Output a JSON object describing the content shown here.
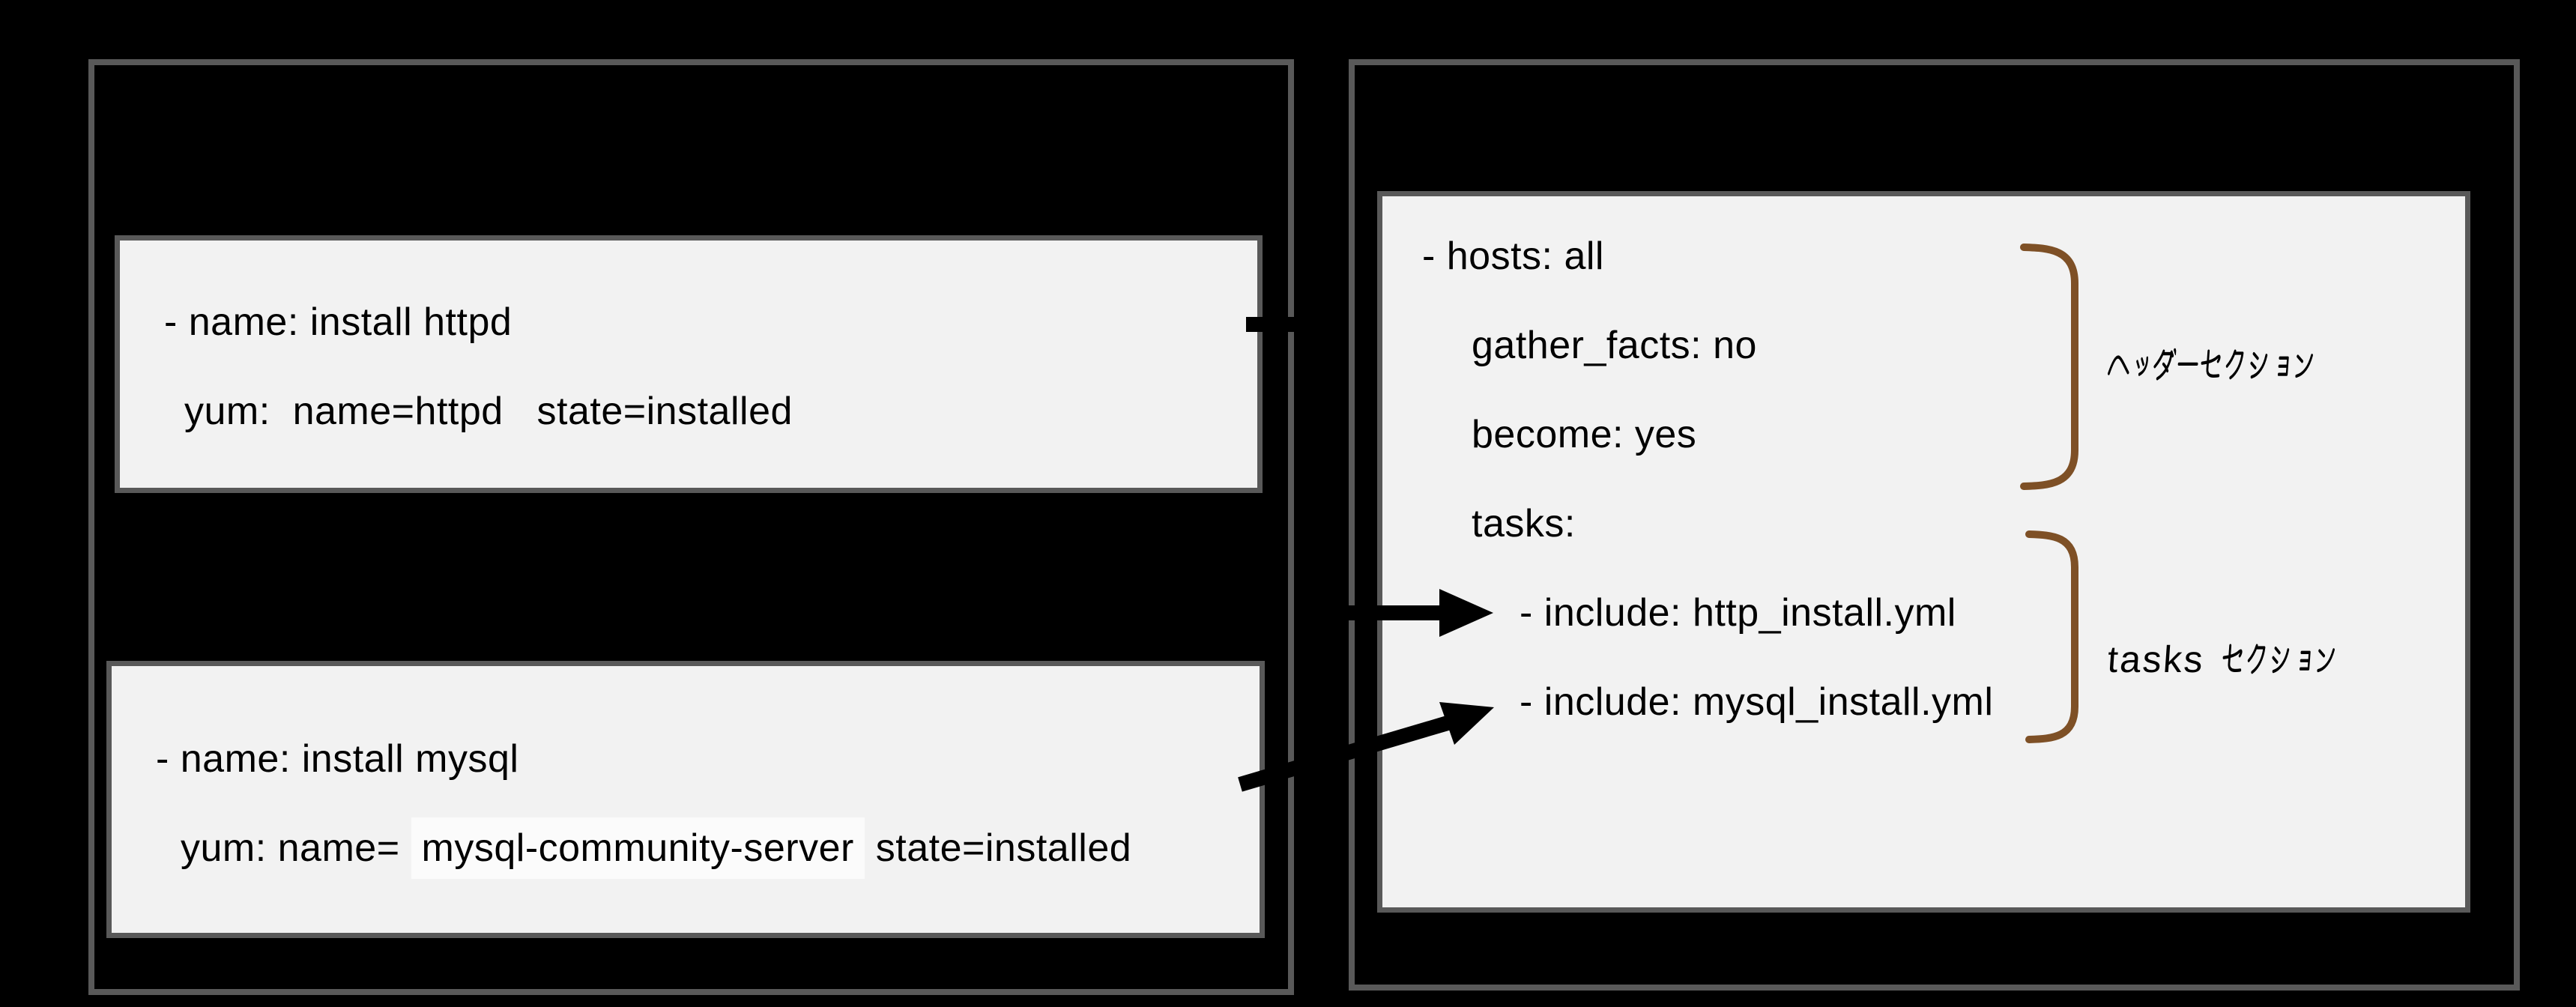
{
  "left_panel": {
    "http_task_box": {
      "line1": "- name: install httpd",
      "line2": "yum:  name=httpd   state=installed"
    },
    "mysql_task_box": {
      "line1": "- name: install mysql",
      "line2_prefix": "yum: name= ",
      "line2_highlight": "mysql-community-server",
      "line2_suffix": " state=installed"
    }
  },
  "right_panel": {
    "playbook_lines": [
      "- hosts: all",
      "gather_facts: no",
      "become: yes",
      "tasks:",
      "- include: http_install.yml",
      "- include: mysql_install.yml"
    ],
    "annotations": {
      "header_section_label": "ヘッダーセクション",
      "tasks_section_label": "tasks セクション"
    }
  },
  "colors": {
    "background": "#000000",
    "panel_border": "#595959",
    "panel_fill": "#f2f2f2",
    "bracket": "#7e5026",
    "arrow": "#000000",
    "text": "#000000",
    "highlight_fill": "#fbfbfb"
  }
}
